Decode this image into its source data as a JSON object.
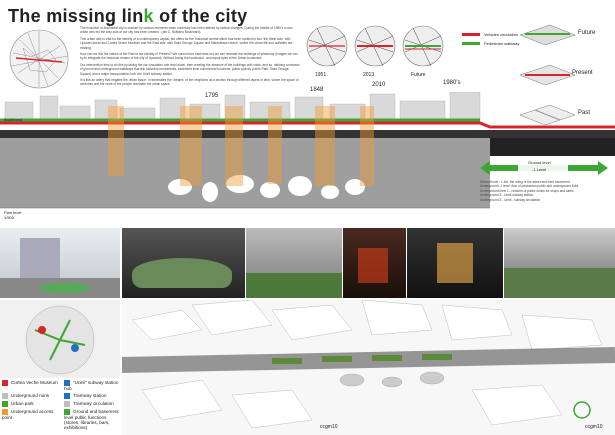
{
  "title": {
    "prefix": "The missing lin",
    "highlight": "k",
    "suffix": " of the city"
  },
  "intro": {
    "p1": "The evolution of Bucharest city is marked by various moments when continuity has been altered by radical changes. During the middle of 1980's a new urban axis led the way cuts of our city has been created - (arh C. Brătianu Boulevard).",
    "p2": "This urban axis is vital for the identity of a contemporary capital, but offers for the 'historical central stitch' has been spotted in two: the West side, with Lipscani street and Curtea Veche Museum and the East side, with Saint George Square and Mântuleasa church, where the urban life and activities are missing.",
    "p3": "How can we link the values of the Past to the identity of Present? We cannot turn back time but we can recreate the buildings of yesterday (images we can try to integrate the historical remain of the city of Lipscani). Without losing the boulevard - and equal eyes of the Urban boulevard.",
    "p4": "Our intervention tries to do this by taking the car circulation one level down, then creating the absence of the buildings with voids, and so, defining a network of ground and underground walkways that link historical monuments, basement level commercial functions, public spaces (Urbin Park, Saint George Square) and a major transportation hub: the Unirii subway station.",
    "p5": "It is like an artery that irrigates the urban tissue. It reanimates the 'dreams' of the neighbors as a section through different layers of time, where the space of centuries and the route of the people dominate the urban space."
  },
  "top_legend": {
    "vehicle": "Vehicles circulation",
    "pedestrian": "Pedestrian walkway"
  },
  "sketch_labels": {
    "s1": "1951",
    "s2": "2013",
    "s3": "Future"
  },
  "time_labels": {
    "future": "Future",
    "present": "Present",
    "past": "Past"
  },
  "section_years": {
    "y1": "1980's",
    "y2": "2010",
    "y3": "1848",
    "y4": "1795"
  },
  "plan_labels": {
    "boulevard": "Boulevard",
    "scale": "Plan level\n1/500"
  },
  "section_legend": {
    "ground": "Ground level",
    "under": "-1 Level",
    "rows": [
      "Ground level - 1.5m: the ruling of the street and their movement",
      "Underground -1 level: flow of pedestrian public and underground links",
      "Underground level 2 - network of public zones for shops and cafés",
      "Underground 3 - Unirii subway station",
      "Underground 3 - Unirii - subway circulation"
    ]
  },
  "bottom_legend": [
    {
      "color": "#d8232a",
      "label": "Curtea Veche Museum"
    },
    {
      "color": "#1e73be",
      "label": "\"Unirii\" subway station hub"
    },
    {
      "color": "#bfbfbf",
      "label": "Underground ruins"
    },
    {
      "color": "#1e73be",
      "label": "Tramway station"
    },
    {
      "color": "#3fa535",
      "label": "Urban park"
    },
    {
      "color": "#bfbfbf",
      "label": "Tramway circulation"
    },
    {
      "color": "#f39c34",
      "label": "Underground access point"
    },
    {
      "color": "#3fa535",
      "label": "Ground and basement level public functions (stores, libraries, bars, exhibitions)"
    }
  ],
  "signature": {
    "s1": "ccgm10",
    "s2": "ccgm10"
  },
  "colors": {
    "accent_green": "#3fa535",
    "accent_red": "#d8232a"
  }
}
